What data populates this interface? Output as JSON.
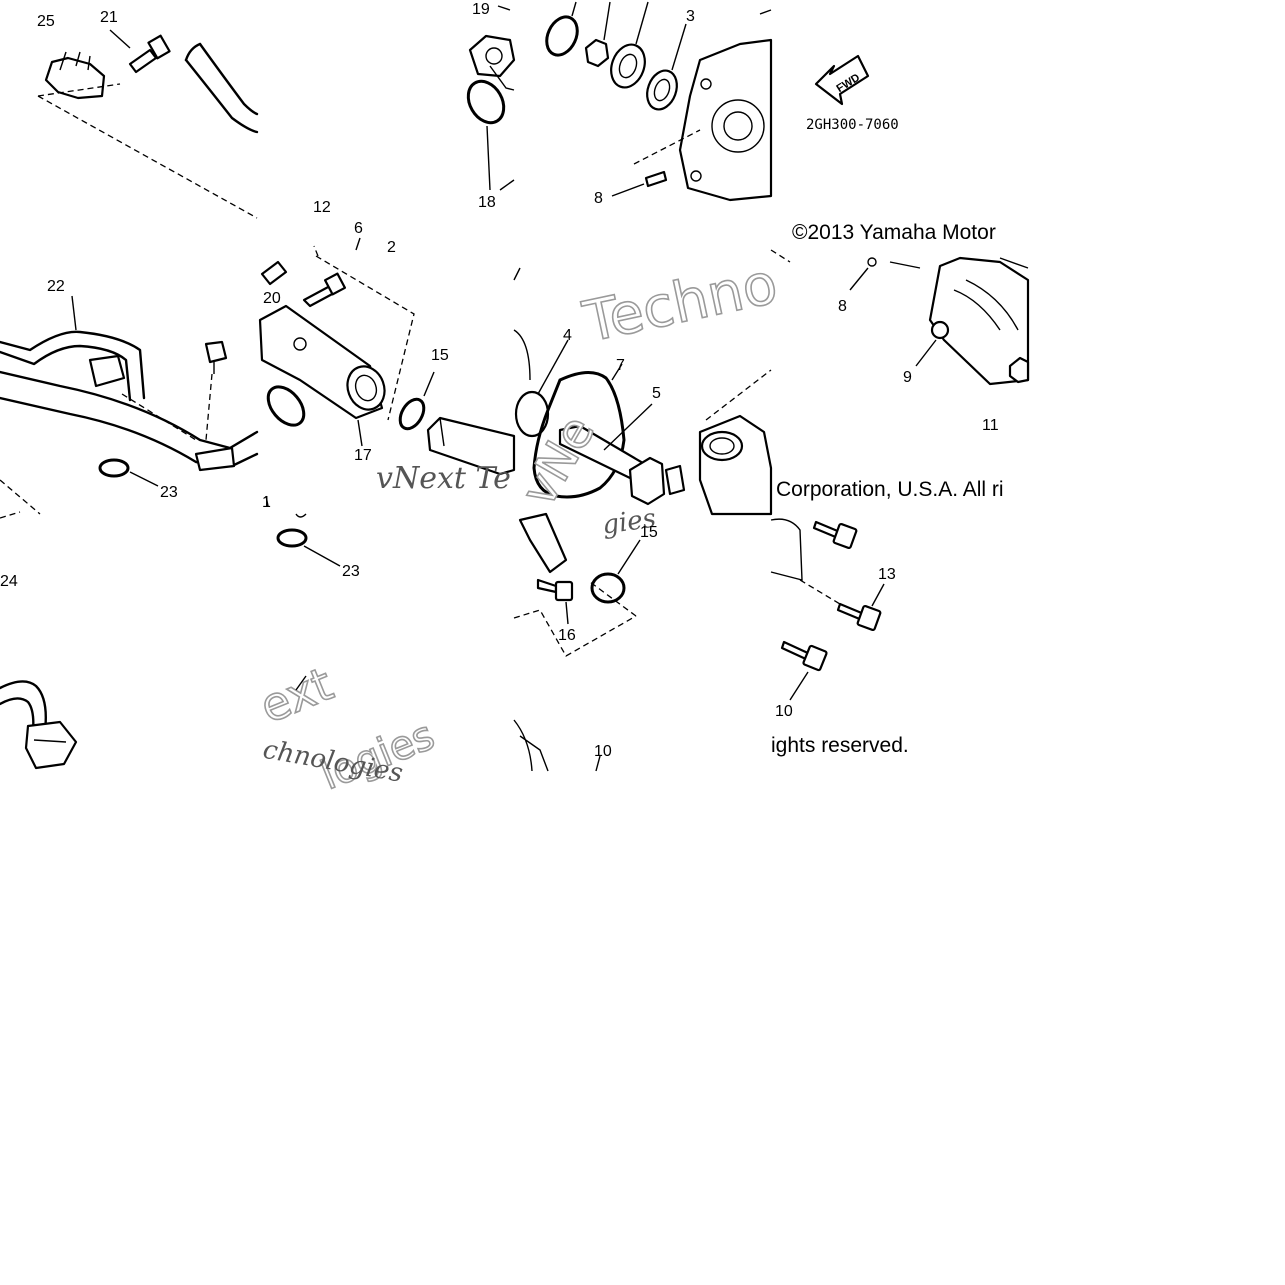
{
  "diagram": {
    "part_numbers": {
      "p25": "25",
      "p21": "21",
      "p19": "19",
      "p3": "3",
      "p18": "18",
      "p8a": "8",
      "p12": "12",
      "p6": "6",
      "p2": "2",
      "p20": "20",
      "p22": "22",
      "p15a": "15",
      "p17": "17",
      "p23a": "23",
      "p4": "4",
      "p7": "7",
      "p5": "5",
      "p8b": "8",
      "p9": "9",
      "p11": "11",
      "p24": "24",
      "p23b": "23",
      "p15b": "15",
      "p16": "16",
      "p13": "13",
      "p10a": "10",
      "p10b": "10",
      "p1": "1"
    },
    "diagram_code": "2GH300-7060",
    "fwd_label": "FWD",
    "copyright_line1": "©2013 Yamaha Motor",
    "copyright_line2": "Corporation, U.S.A. All ri",
    "copyright_line3": "ights reserved.",
    "watermark_1": "Techno",
    "watermark_2": "vNext Te",
    "watermark_3": "vNe",
    "watermark_4": "gies",
    "watermark_5": "ext",
    "watermark_6": "logies",
    "watermark_7": "chnologies"
  }
}
